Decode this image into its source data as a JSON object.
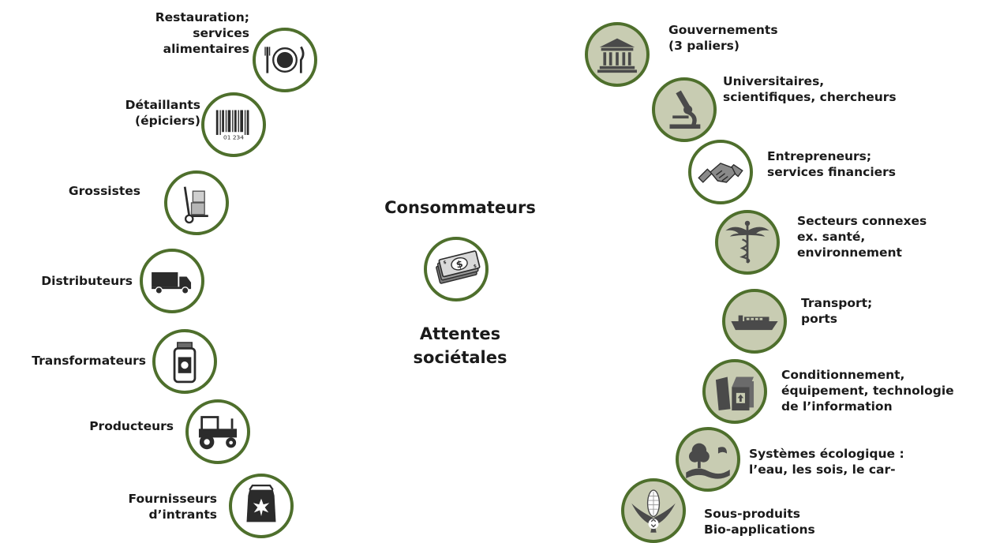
{
  "center": {
    "top_label": "Consommateurs",
    "bottom_line1": "Attentes",
    "bottom_line2": "sociétales"
  },
  "left_chain": [
    {
      "lines": [
        "Restauration;",
        "services",
        "alimentaires"
      ],
      "icon": "plate-cutlery-icon"
    },
    {
      "lines": [
        "Détaillants",
        "(épiciers)"
      ],
      "icon": "barcode-icon",
      "icon_text": "01 234"
    },
    {
      "lines": [
        "Grossistes"
      ],
      "icon": "hand-truck-icon"
    },
    {
      "lines": [
        "Distributeurs"
      ],
      "icon": "truck-icon"
    },
    {
      "lines": [
        "Transformateurs"
      ],
      "icon": "jar-icon"
    },
    {
      "lines": [
        "Producteurs"
      ],
      "icon": "tractor-icon"
    },
    {
      "lines": [
        "Fournisseurs",
        "d’intrants"
      ],
      "icon": "seed-bag-icon"
    }
  ],
  "right_chain": [
    {
      "lines": [
        "Gouvernements",
        "(3 paliers)"
      ],
      "icon": "government-building-icon"
    },
    {
      "lines": [
        "Universitaires,",
        "scientifiques, chercheurs"
      ],
      "icon": "microscope-icon"
    },
    {
      "lines": [
        "Entrepreneurs;",
        "services financiers"
      ],
      "icon": "handshake-icon"
    },
    {
      "lines": [
        "Secteurs connexes",
        "ex. santé,",
        "environnement"
      ],
      "icon": "caduceus-icon"
    },
    {
      "lines": [
        "Transport;",
        "ports"
      ],
      "icon": "ship-icon"
    },
    {
      "lines": [
        "Conditionnement,",
        "équipement, technologie",
        "de l’information"
      ],
      "icon": "packaging-box-icon"
    },
    {
      "lines": [
        "Systèmes écologique :",
        "l’eau, les sois, le car-"
      ],
      "icon": "ecosystem-tree-icon"
    },
    {
      "lines": [
        "Sous-produits",
        "Bio-applications"
      ],
      "icon": "corn-recycle-icon"
    }
  ],
  "colors": {
    "ring": "#4e6f2c",
    "sage_fill": "#c8ccb2",
    "icon_dark": "#2b2b2b",
    "icon_gray": "#6b6b6b"
  }
}
